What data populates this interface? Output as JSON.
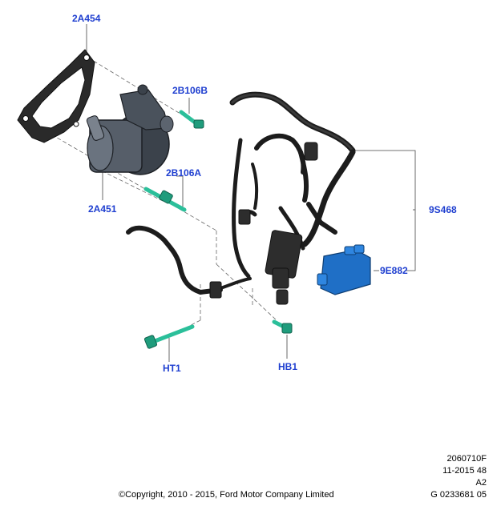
{
  "callouts": {
    "c_2A454": "2A454",
    "c_2B106B": "2B106B",
    "c_2B106A": "2B106A",
    "c_2A451": "2A451",
    "c_9S468": "9S468",
    "c_9E882": "9E882",
    "c_HT1": "HT1",
    "c_HB1": "HB1"
  },
  "footer": {
    "line1": "2060710F",
    "line2": "11-2015 48",
    "line3": "A2",
    "line4": "G 0233681 05",
    "copyright": "©Copyright, 2010 - 2015, Ford Motor Company Limited"
  },
  "colors": {
    "callout_text": "#1f3fd0",
    "part_green": "#2bbf9a",
    "part_blue": "#1f6fc6",
    "hose_dark": "#1c1c1c",
    "pump_gray": "#4d5560"
  }
}
